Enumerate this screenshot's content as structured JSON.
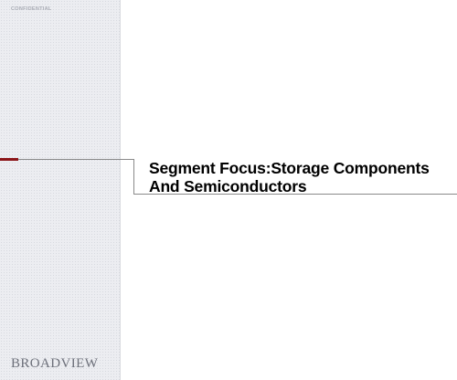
{
  "header": {
    "confidential_label": "CONFIDENTIAL"
  },
  "slide": {
    "title": "Segment Focus:Storage Components And Semiconductors"
  },
  "branding": {
    "logo_text": "BROADVIEW"
  },
  "colors": {
    "accent_red": "#8b1518",
    "panel_gray": "#ecedf1",
    "rule_gray": "#8a8a8a",
    "logo_gray": "#6d707a"
  }
}
